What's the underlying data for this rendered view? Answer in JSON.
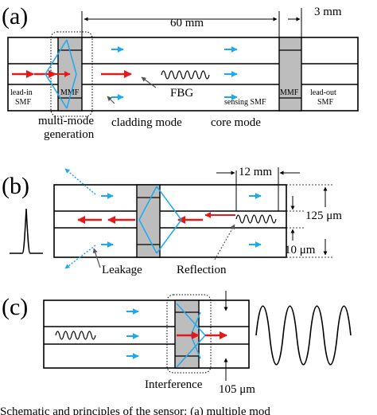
{
  "colors": {
    "red": "#e31a1c",
    "blue": "#1ba9f0",
    "gray": "#bdbdbd",
    "dark": "#555555"
  },
  "panel_a": {
    "label": "(a)",
    "dim_60": "60 mm",
    "dim_3": "3 mm",
    "lead_in_1": "lead-in",
    "lead_in_2": "SMF",
    "mmf_1": "MMF",
    "mmf_2": "MMF",
    "fbg": "FBG",
    "sensing": "sensing SMF",
    "lead_out_1": "lead-out",
    "lead_out_2": "SMF",
    "multimode_1": "multi-mode",
    "multimode_2": "generation",
    "cladding_mode": "cladding mode",
    "core_mode": "core mode"
  },
  "panel_b": {
    "label": "(b)",
    "dim_12": "12 mm",
    "dim_125": "125 μm",
    "dim_10": "10 μm",
    "leakage": "Leakage",
    "reflection": "Reflection"
  },
  "panel_c": {
    "label": "(c)",
    "interference": "Interference",
    "dim_105": "105 μm"
  },
  "caption": "Schematic and principles of the sensor: (a) multiple mod"
}
